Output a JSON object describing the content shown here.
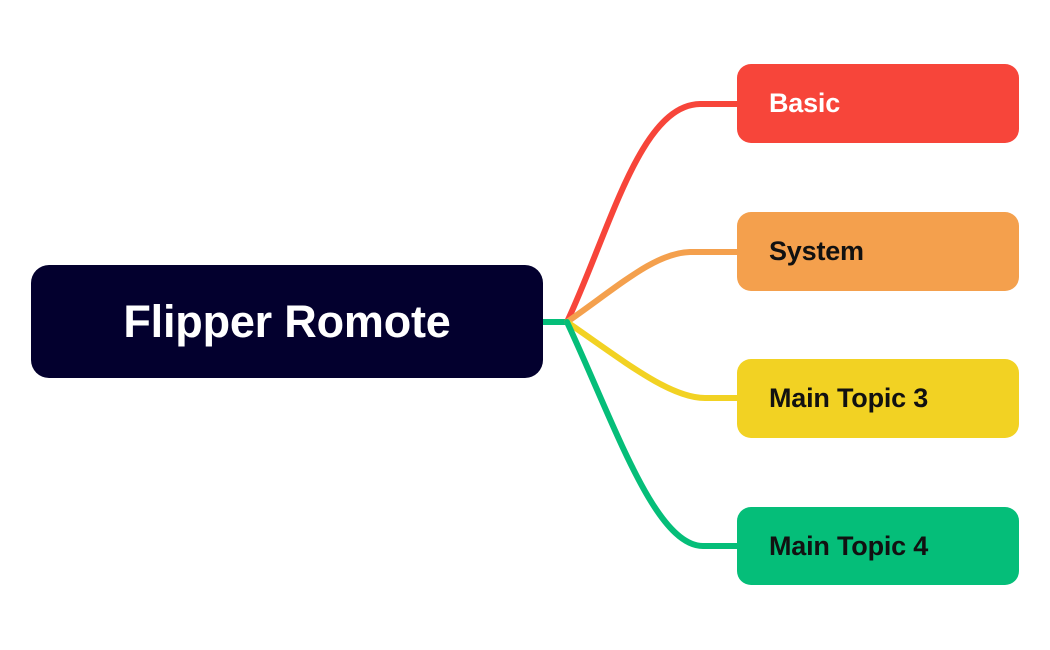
{
  "diagram": {
    "type": "mind-map",
    "background_color": "#ffffff",
    "root": {
      "label": "Flipper Romote",
      "fill_color": "#03002e",
      "text_color": "#ffffff"
    },
    "branches": [
      {
        "label": "Basic",
        "fill_color": "#f7453a",
        "text_color": "#ffffff",
        "connector_color": "#f7453a"
      },
      {
        "label": "System",
        "fill_color": "#f4a04d",
        "text_color": "#111111",
        "connector_color": "#f4a04d"
      },
      {
        "label": "Main Topic 3",
        "fill_color": "#f2d223",
        "text_color": "#111111",
        "connector_color": "#f2d223"
      },
      {
        "label": "Main Topic 4",
        "fill_color": "#05be79",
        "text_color": "#111111",
        "connector_color": "#05be79"
      }
    ],
    "trunk": {
      "color": "#05be79"
    }
  }
}
